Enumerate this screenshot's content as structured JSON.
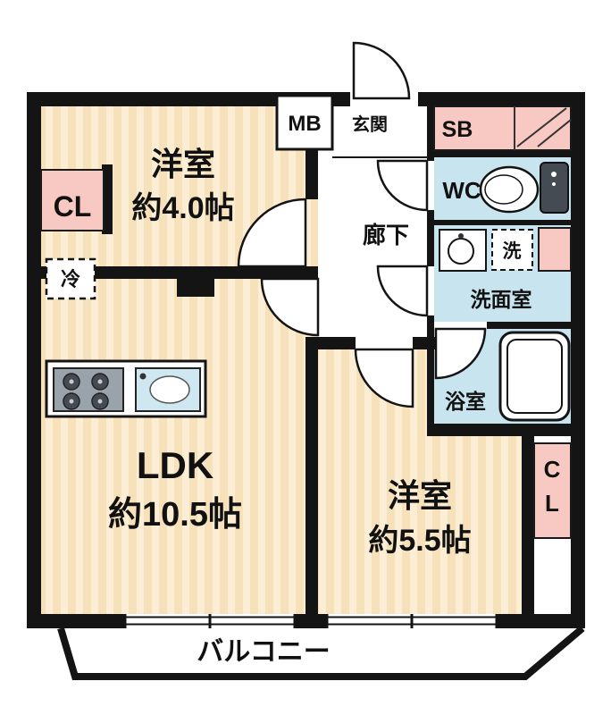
{
  "colors": {
    "wall": "#141414",
    "room-base": "#f6e1bb",
    "room-stripe": "#fbeed4",
    "pink": "#f7c9c2",
    "blue": "#c8e4ee",
    "sink-blue": "#cfe7f0",
    "stove-gray": "#9aa2aa",
    "fixture-dark": "#454b52"
  },
  "icons": {
    "toilet": "toilet-icon",
    "bathtub": "bathtub-icon",
    "stove": "stove-icon",
    "kitchen_sink": "kitchen-sink-icon",
    "washbasin": "washbasin-icon",
    "door_arc": "door-arc-icon"
  },
  "labels": {
    "bedroom1_name": "洋室",
    "bedroom1_size": "約4.0帖",
    "ldk_name": "LDK",
    "ldk_size": "約10.5帖",
    "bedroom2_name": "洋室",
    "bedroom2_size": "約5.5帖",
    "hallway": "廊下",
    "entrance": "玄関",
    "meter_box": "MB",
    "shoe_box": "SB",
    "wc": "WC",
    "washroom": "洗面室",
    "laundry": "洗",
    "bathroom": "浴室",
    "balcony": "バルコニー",
    "closet_main": "CL",
    "closet_sub_c": "C",
    "closet_sub_l": "L",
    "refrigerator": "冷"
  }
}
